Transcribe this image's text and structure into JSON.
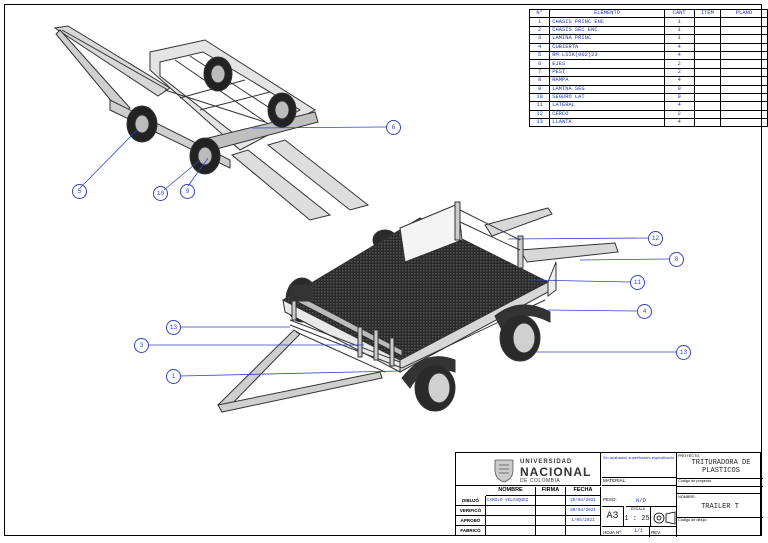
{
  "bom": {
    "headers": {
      "n": "N°",
      "elemento": "ELEMENTO",
      "cant": "CANT",
      "item": "ITEM",
      "plano": "PLANO"
    },
    "rows": [
      {
        "n": "1",
        "elemento": "CHASIS PRINC ENC",
        "cant": "1"
      },
      {
        "n": "2",
        "elemento": "CHASIS SEC ENC",
        "cant": "1"
      },
      {
        "n": "3",
        "elemento": "LAMINA PRINC",
        "cant": "1"
      },
      {
        "n": "4",
        "elemento": "CUBIERTA",
        "cant": "4"
      },
      {
        "n": "5",
        "elemento": "RM LSIK(002)23",
        "cant": "4"
      },
      {
        "n": "6",
        "elemento": "EJES",
        "cant": "2"
      },
      {
        "n": "7",
        "elemento": "PEST",
        "cant": "2"
      },
      {
        "n": "8",
        "elemento": "RAMPA",
        "cant": "4"
      },
      {
        "n": "9",
        "elemento": "LAMINA SEG",
        "cant": "9"
      },
      {
        "n": "10",
        "elemento": "SEGURO LAT",
        "cant": "9"
      },
      {
        "n": "11",
        "elemento": "LATERAL",
        "cant": "4"
      },
      {
        "n": "12",
        "elemento": "CERCO",
        "cant": "2"
      },
      {
        "n": "13",
        "elemento": "LLANTA",
        "cant": "4"
      }
    ]
  },
  "balloons_top": [
    "5",
    "10",
    "9",
    "6"
  ],
  "balloons_main": [
    "12",
    "8",
    "11",
    "4",
    "13",
    "13",
    "3",
    "1"
  ],
  "title_block": {
    "university_line1": "UNIVERSIDAD",
    "university_line2": "NACIONAL",
    "university_line3": "DE COLOMBIA",
    "notes": "Sin acabados superficiales especificado",
    "material_label": "MATERIAL:",
    "col_nombre": "NOMBRE",
    "col_firma": "FIRMA",
    "col_fecha": "FECHA",
    "row_dibujo": "DIBUJÓ",
    "row_verifico": "VERIFICÓ",
    "row_aprobo": "APROBÓ",
    "row_fabrico": "FABRICÓ",
    "dibujo_name": "CAMILO VELASQUEZ",
    "dibujo_fecha": "29/04/2021",
    "verifico_fecha": "30/04/2021",
    "aprobo_fecha": "1/05/2021",
    "peso_label": "PESO:",
    "peso_value": "N/D",
    "sheet_size": "A3",
    "scale_label": "ESCALA",
    "scale_value": "1 : 25",
    "hoja_label": "HOJA Nº:",
    "hoja_value": "1/1",
    "rev_label": "REV.",
    "proyecto_label": "PROYECTO:",
    "proyecto_value": "TRITURADORA DE PLASTICOS",
    "codigo_proyecto_label": "Código de proyecto",
    "nombre_label": "NOMBRE:",
    "nombre_value": "TRAILER T",
    "codigo_dibujo_label": "Código de dibujo"
  }
}
